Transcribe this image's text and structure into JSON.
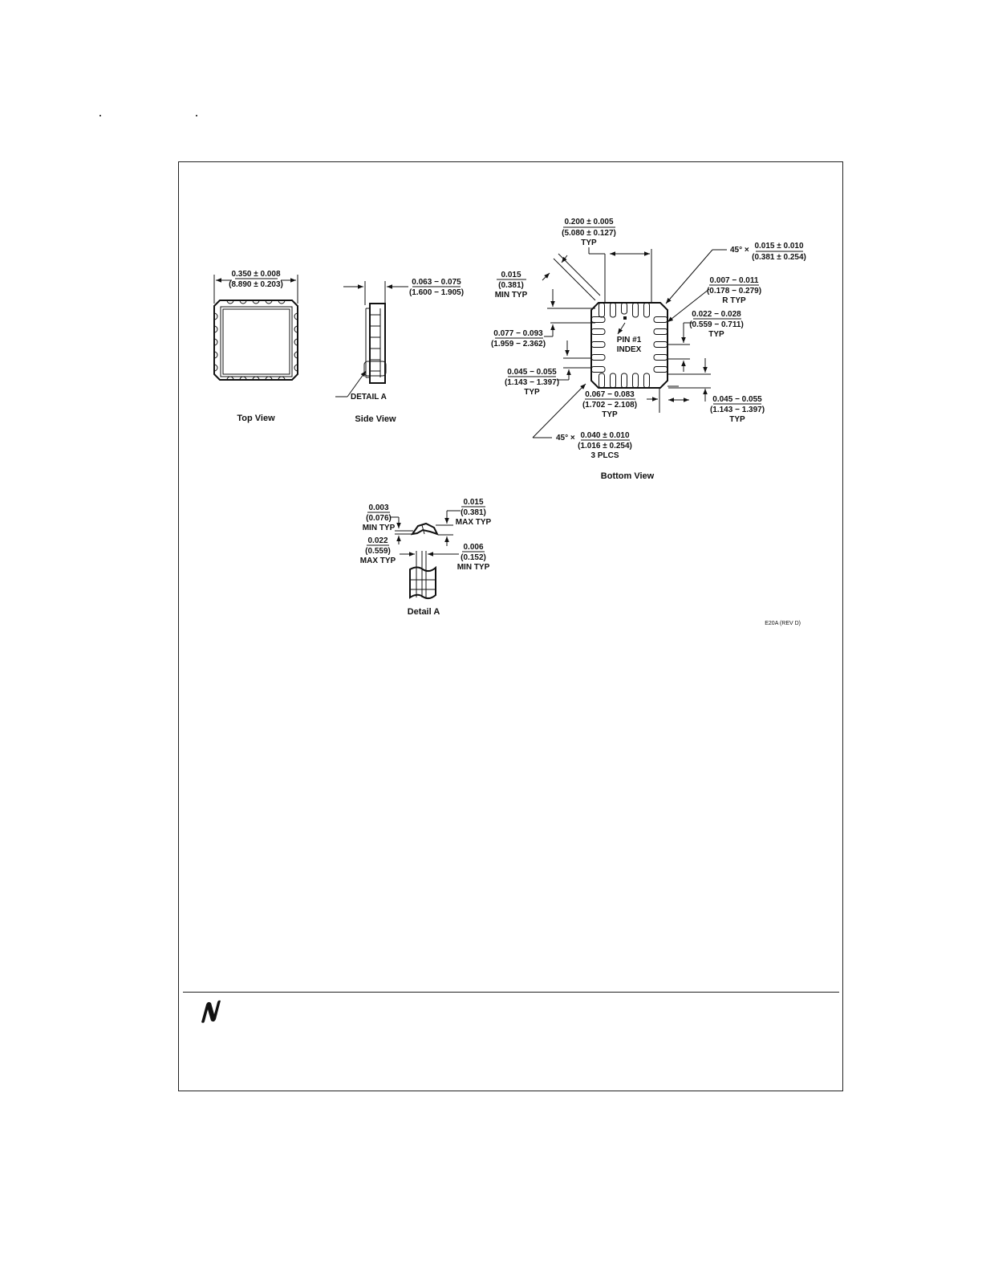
{
  "top_view": {
    "caption": "Top View",
    "width_in": "0.350 ± 0.008",
    "width_mm": "(8.890 ± 0.203)"
  },
  "side_view": {
    "caption": "Side View",
    "height_in": "0.063 − 0.075",
    "height_mm": "(1.600 − 1.905)",
    "detail_callout": "DETAIL A"
  },
  "bottom_view": {
    "caption": "Bottom View",
    "pin_index": [
      "PIN #1",
      "INDEX"
    ],
    "dims": {
      "pitch_span": [
        "0.200 ± 0.005",
        "(5.080 ± 0.127)",
        "TYP"
      ],
      "chamfer_index": [
        "45° ×",
        "0.015 ± 0.010",
        "(0.381 ± 0.254)"
      ],
      "corner_gap": [
        "0.015",
        "(0.381)",
        "MIN TYP"
      ],
      "radius": [
        "0.007 − 0.011",
        "(0.178 − 0.279)",
        "R TYP"
      ],
      "pad_width": [
        "0.022 − 0.028",
        "(0.559 − 0.711)",
        "TYP"
      ],
      "pad_length_left": [
        "0.077 − 0.093",
        "(1.959 − 2.362)"
      ],
      "pad_pitch_left": [
        "0.045 − 0.055",
        "(1.143 − 1.397)",
        "TYP"
      ],
      "pad_length_bottom": [
        "0.067 − 0.083",
        "(1.702 − 2.108)",
        "TYP"
      ],
      "pad_pitch_right": [
        "0.045 − 0.055",
        "(1.143 − 1.397)",
        "TYP"
      ],
      "chamfer_corners": [
        "45° ×",
        "0.040 ± 0.010",
        "(1.016 ± 0.254)",
        "3 PLCS"
      ]
    }
  },
  "detail_a": {
    "caption": "Detail A",
    "dims": {
      "top_left": [
        "0.003",
        "(0.076)",
        "MIN TYP"
      ],
      "top_right": [
        "0.015",
        "(0.381)",
        "MAX TYP"
      ],
      "bottom_left": [
        "0.022",
        "(0.559)",
        "MAX TYP"
      ],
      "bottom_right": [
        "0.006",
        "(0.152)",
        "MIN TYP"
      ]
    }
  },
  "drawing_ref": "E20A (REV D)",
  "icons": [
    "logo-icon"
  ],
  "colors": {
    "line": "#111111",
    "background": "#ffffff"
  }
}
